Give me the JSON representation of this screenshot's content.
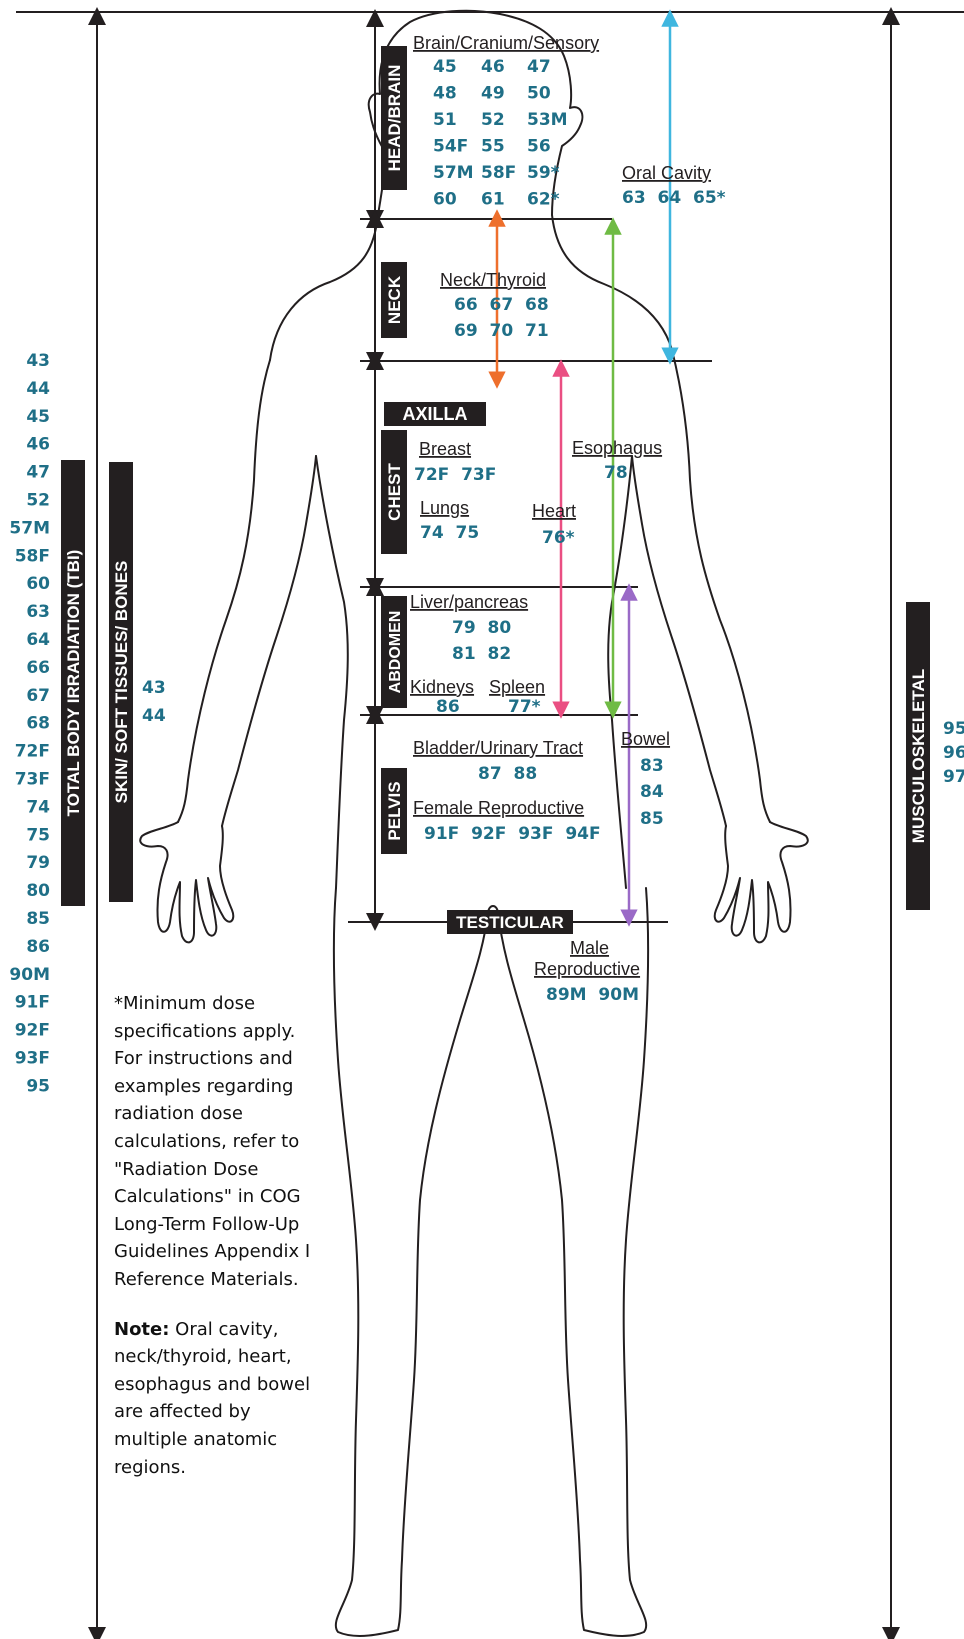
{
  "colors": {
    "ink": "#231f20",
    "number": "#1f6f87",
    "bar": "#231f20",
    "orange": "#ee6f2c",
    "green": "#6fbb44",
    "cyan": "#3fb6df",
    "pink": "#ea4f82",
    "purple": "#9a6ac7"
  },
  "regions": {
    "head": "HEAD/BRAIN",
    "neck": "NECK",
    "axilla": "AXILLA",
    "chest": "CHEST",
    "abdomen": "ABDOMEN",
    "pelvis": "PELVIS",
    "testicular": "TESTICULAR"
  },
  "side_bars": {
    "tbi": "TOTAL BODY IRRADIATION (TBI)",
    "skin": "SKIN/ SOFT TISSUES/ BONES",
    "musculoskeletal": "MUSCULOSKELETAL"
  },
  "tbi_numbers": [
    "43",
    "44",
    "45",
    "46",
    "47",
    "52",
    "57M",
    "58F",
    "60",
    "63",
    "64",
    "66",
    "67",
    "68",
    "72F",
    "73F",
    "74",
    "75",
    "79",
    "80",
    "85",
    "86",
    "90M",
    "91F",
    "92F",
    "93F",
    "95"
  ],
  "skin_numbers": [
    "43",
    "44"
  ],
  "musculoskeletal_numbers": [
    "95",
    "96",
    "97"
  ],
  "organs": {
    "brain": {
      "label": "Brain/Cranium/Sensory",
      "rows": [
        [
          "45",
          "46",
          "47"
        ],
        [
          "48",
          "49",
          "50"
        ],
        [
          "51",
          "52",
          "53M"
        ],
        [
          "54F",
          "55",
          "56"
        ],
        [
          "57M",
          "58F",
          "59*"
        ],
        [
          "60",
          "61",
          "62*"
        ]
      ]
    },
    "oral": {
      "label": "Oral Cavity",
      "numbers": "63  64  65*"
    },
    "neck_thyroid": {
      "label": "Neck/Thyroid",
      "rows": [
        "66  67  68",
        "69  70  71"
      ]
    },
    "breast": {
      "label": "Breast",
      "numbers": "72F  73F"
    },
    "lungs": {
      "label": "Lungs",
      "numbers": "74  75"
    },
    "heart": {
      "label": "Heart",
      "numbers": "76*"
    },
    "esophagus": {
      "label": "Esophagus",
      "numbers": "78"
    },
    "liver": {
      "label": "Liver/pancreas",
      "rows": [
        "79  80",
        "81  82"
      ]
    },
    "kidneys": {
      "label": "Kidneys",
      "numbers": "86"
    },
    "spleen": {
      "label": "Spleen",
      "numbers": "77*"
    },
    "bowel": {
      "label": "Bowel",
      "rows": [
        "83",
        "84",
        "85"
      ]
    },
    "bladder": {
      "label": "Bladder/Urinary Tract",
      "numbers": "87  88"
    },
    "female": {
      "label": "Female Reproductive",
      "numbers": "91F  92F  93F  94F"
    },
    "male": {
      "label_1": "Male",
      "label_2": "Reproductive",
      "numbers": "89M  90M"
    }
  },
  "notes": {
    "footnote": "*Minimum dose specifications apply. For instructions and examples regarding radiation dose calculations, refer to \"Radiation Dose Calculations\" in COG Long-Term Follow-Up Guidelines Appendix I Reference Materials.",
    "note_label": "Note:",
    "note_text": " Oral cavity, neck/thyroid, heart, esophagus and bowel are affected by multiple anatomic regions."
  }
}
